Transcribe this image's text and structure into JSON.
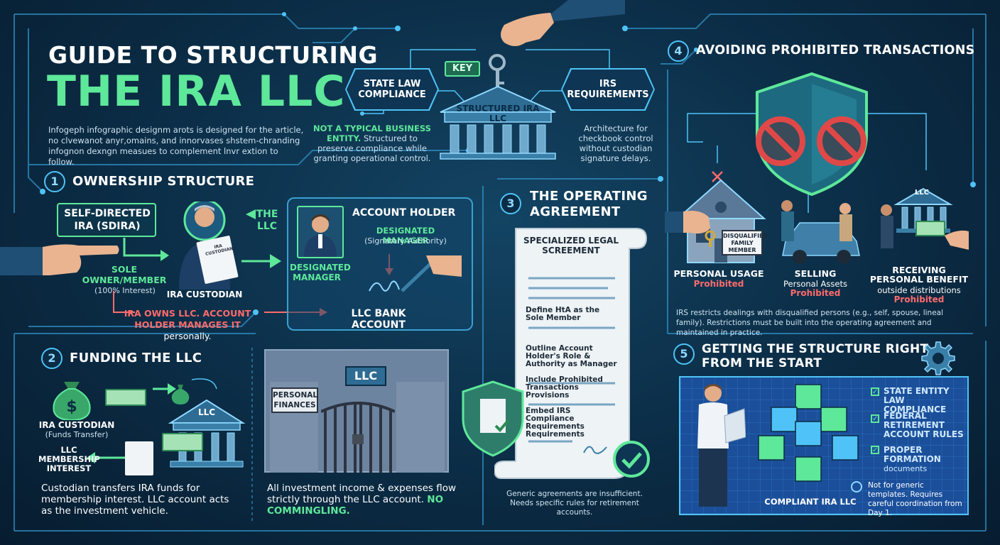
{
  "header": {
    "title_line1": "GUIDE TO STRUCTURING",
    "title_line2": "THE IRA LLC",
    "intro": "Infogeph infographic designm arots is designed for the article, no clvewanot anyr,omains, and innorvases shstem-chranding infognon dexngn measues to complement lnvr extion to follow."
  },
  "center_top": {
    "hex_left": "STATE LAW COMPLIANCE",
    "hex_right": "IRS REQUIREMENTS",
    "key_label": "KEY",
    "building_label": "STRUCTURED IRA LLC",
    "left_note_bold": "NOT A TYPICAL BUSINESS ENTITY.",
    "left_note_rest": "Structured to preserve compliance while granting operational control.",
    "right_note": "Architecture for checkbook control without custodian signature delays."
  },
  "section1": {
    "num": "1",
    "title": "OWNERSHIP STRUCTURE",
    "sdira": "SELF-DIRECTED IRA (SDIRA)",
    "the_llc": "THE LLC",
    "sole_owner": "SOLE OWNER/MEMBER",
    "interest": "(100% Interest)",
    "custodian": "IRA CUSTODIAN",
    "doc_text": "IRA CUSTODIAN",
    "note_line1": "IRA OWNS LLC. ACCOUNT",
    "note_line2_red": "HOLDER MANAGES IT",
    "note_line2_rest": "personally.",
    "account_holder": "ACCOUNT HOLDER",
    "designated_manager_green": "DESIGNATED MANAGER",
    "signatory": "(Signatory Authority)",
    "designated_manager": "DESIGNATED MANAGER",
    "bank_account": "LLC BANK ACCOUNT"
  },
  "section2": {
    "num": "2",
    "title": "FUNDING THE LLC",
    "custodian": "IRA CUSTODIAN",
    "transfer": "(Funds Transfer)",
    "membership": "LLC MEMBERSHIP INTEREST",
    "llc": "LLC",
    "note": "Custodian transfers IRA funds for membership interest. LLC account acts as the investment vehicle.",
    "gate_llc": "LLC",
    "personal_finances": "PERSONAL FINANCES",
    "gate_note": "All investment income & expenses flow strictly through the LLC account.",
    "no_commingling": "NO COMMINGLING."
  },
  "section3": {
    "num": "3",
    "title_line1": "THE OPERATING",
    "title_line2": "AGREEMENT",
    "scroll_title": "SPECIALIZED LEGAL SCREEMENT",
    "items": [
      "Define HtA as the Sole Member",
      "Outline Account Holder's Role & Authority as Manager",
      "Include Prohibited Transactions Provisions",
      "Embed IRS Compliance Requirements Requirements"
    ],
    "note": "Generic agreements are insufficient. Needs specific rules for retirement accounts."
  },
  "section4": {
    "num": "4",
    "title": "AVOIDING PROHIBITED TRANSACTIONS",
    "family_sign": "DISQUALIFIED FAMILY MEMBER",
    "llc": "LLC",
    "col1_title": "PERSONAL USAGE",
    "col1_status": "Prohibited",
    "col2_title": "SELLING",
    "col2_sub": "Personal Assets",
    "col2_status": "Prohibited",
    "col3_title": "RECEIVING PERSONAL BENEFIT",
    "col3_sub": "outside distributions",
    "col3_status": "Prohibited",
    "note": "IRS restricts dealings with disqualified persons (e.g., self, spouse, lineal family). Restrictions must be built into the operating agreement and maintained in practice."
  },
  "section5": {
    "num": "5",
    "title_line1": "GETTING THE STRUCTURE RIGHT",
    "title_line2": "FROM THE START",
    "checks": [
      "STATE ENTITY LAW COMPLIANCE",
      "FEDERAL RETIREMENT ACCOUNT RULES",
      "PROPER FORMATION"
    ],
    "check3_sub": "documents",
    "compliant_label": "COMPLIANT IRA LLC",
    "footnote": "Not for generic templates. Requires careful coordination from Day 1."
  },
  "colors": {
    "accent_green": "#5ee89a",
    "accent_blue": "#4fc3f7",
    "prohibited_red": "#ff6b6b",
    "background": "#0b2c45"
  }
}
